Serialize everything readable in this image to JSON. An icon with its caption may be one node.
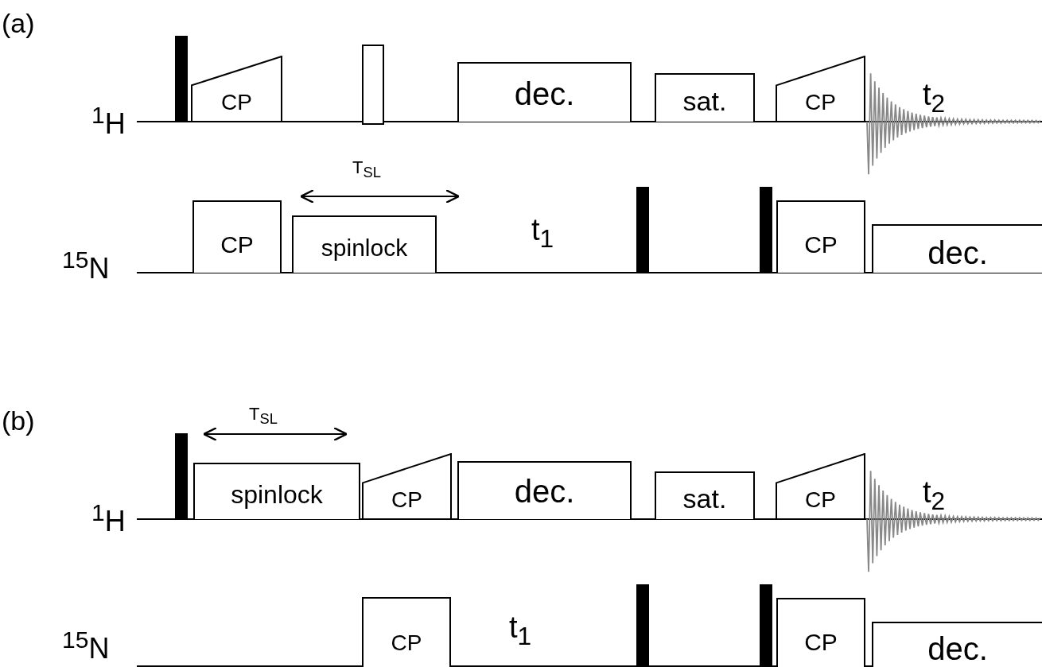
{
  "diagram": {
    "nodes": [
      {
        "text": [
          "CP"
        ]
      },
      {
        "text": [
          "dec."
        ]
      },
      {
        "text": [
          "sat."
        ]
      },
      {
        "text": [
          "CP"
        ]
      },
      {
        "text": [
          "CP"
        ]
      },
      {
        "text": [
          "spinlock"
        ]
      },
      {
        "text": [
          "CP"
        ]
      },
      {
        "text": [
          "dec."
        ]
      },
      {
        "text": [
          "spinlock"
        ]
      },
      {
        "text": [
          "CP"
        ]
      },
      {
        "text": [
          "dec."
        ]
      },
      {
        "text": [
          "sat."
        ]
      },
      {
        "text": [
          "CP"
        ]
      },
      {
        "text": [
          "CP"
        ]
      },
      {
        "text": [
          "CP"
        ]
      },
      {
        "text": [
          "dec."
        ]
      },
      {
        "text": [],
        "shape": "bar"
      },
      {
        "text": [],
        "shape": "box"
      },
      {
        "text": [],
        "shape": "bar"
      },
      {
        "text": [],
        "shape": "bar"
      },
      {
        "text": [],
        "shape": "bar"
      },
      {
        "text": [],
        "shape": "bar"
      },
      {
        "text": [],
        "shape": "bar"
      }
    ],
    "labels": [
      "(a)",
      "$^{1}$H",
      "T$_{SL}$",
      "t$_{2}$",
      "$^{15}$N",
      "t$_{1}$",
      "(b)",
      "T$_{SL}$",
      "$^{1}$H",
      "t$_{2}$",
      "$^{15}$N",
      "t$_{1}$"
    ]
  }
}
